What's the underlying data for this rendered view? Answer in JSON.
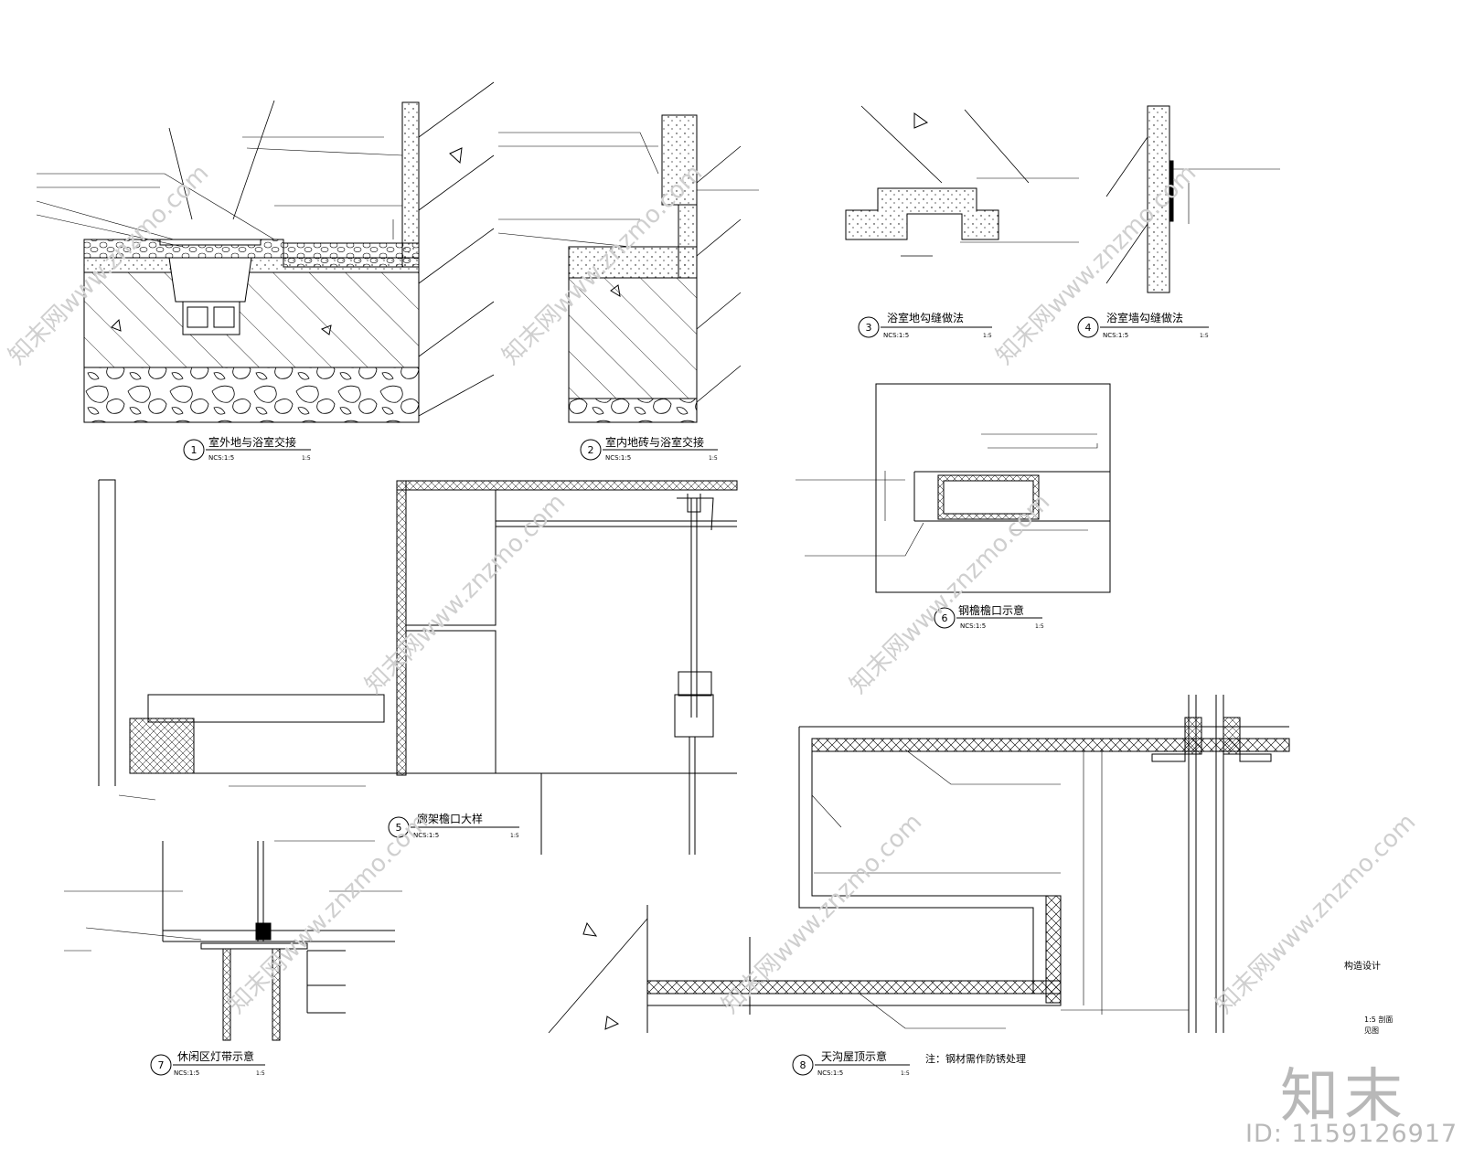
{
  "sheet": {
    "details": [
      {
        "number": "1",
        "title": "室外地与浴室交接",
        "sub": "NCS:1:5",
        "scale": "1:5"
      },
      {
        "number": "2",
        "title": "室内地砖与浴室交接",
        "sub": "NCS:1:5",
        "scale": "1:5"
      },
      {
        "number": "3",
        "title": "浴室地勾缝做法",
        "sub": "NCS:1:5",
        "scale": "1:5"
      },
      {
        "number": "4",
        "title": "浴室墙勾缝做法",
        "sub": "NCS:1:5",
        "scale": "1:5"
      },
      {
        "number": "5",
        "title": "廊架檐口大样",
        "sub": "NCS:1:5",
        "scale": "1:5"
      },
      {
        "number": "6",
        "title": "钢檐檐口示意",
        "sub": "NCS:1:5",
        "scale": "1:5"
      },
      {
        "number": "7",
        "title": "休闲区灯带示意",
        "sub": "NCS:1:5",
        "scale": "1:5"
      },
      {
        "number": "8",
        "title": "天沟屋顶示意",
        "sub": "NCS:1:5",
        "scale": "1:5"
      }
    ],
    "note": "注：钢材需作防锈处理",
    "corner_note_1": "构造设计",
    "corner_note_2": "1:5 剖面",
    "corner_note_3": "见图"
  },
  "watermark": {
    "logo": "知末",
    "id": "ID: 1159126917",
    "repeat": "知末网www.znzmo.com"
  },
  "colors": {
    "line": "#000000",
    "watermark": "#b8b8b8"
  }
}
